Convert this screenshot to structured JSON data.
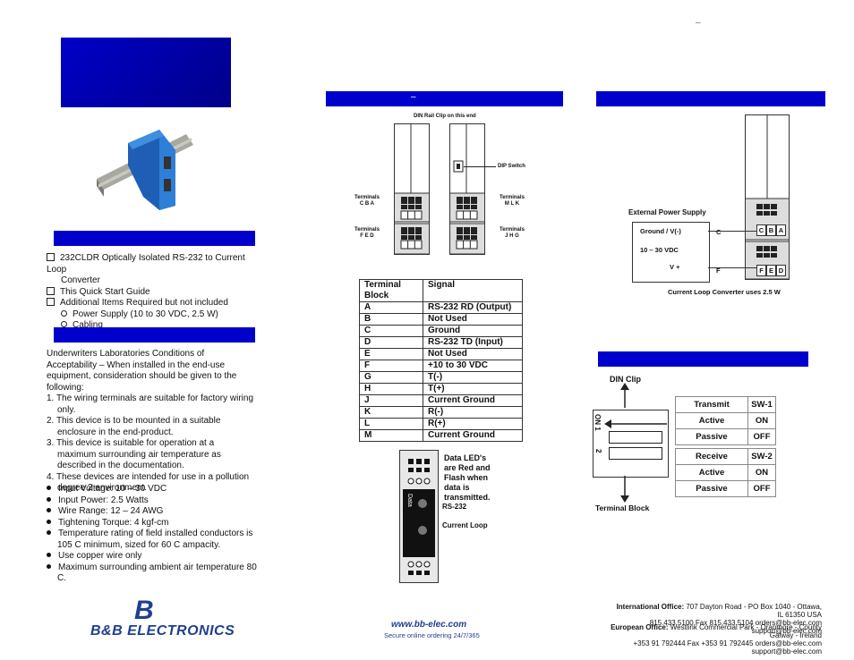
{
  "top_dash": "–",
  "col1": {
    "package_items": [
      {
        "type": "check",
        "text": "232CLDR Optically Isolated RS-232 to Current Loop"
      },
      {
        "type": "cont",
        "text": "Converter"
      },
      {
        "type": "check",
        "text": "This Quick Start Guide"
      },
      {
        "type": "check",
        "text": "Additional Items Required but not included"
      },
      {
        "type": "circle",
        "text": "Power Supply (10 to 30 VDC, 2.5 W)"
      },
      {
        "type": "circle",
        "text": "Cabling"
      }
    ],
    "ul_intro": "Underwriters Laboratories Conditions of Acceptability – When installed in the end-use equipment, consideration should be given to the following:",
    "ul_items": [
      "1. The wiring terminals are suitable for factory wiring only.",
      "2. This device is to be mounted in a suitable enclosure in the end-product.",
      "3. This device is suitable for operation at a maximum surrounding air temperature as described in the documentation.",
      "4. These devices are intended for use in a pollution degree 2 environment."
    ],
    "specs": [
      "Input Voltage: 10 – 30 VDC",
      "Input Power: 2.5 Watts",
      "Wire Range: 12 – 24 AWG",
      "Tightening Torque: 4 kgf-cm",
      "Temperature rating of field installed conductors is 105 C minimum, sized for 60 C ampacity.",
      "Use copper wire only",
      "Maximum surrounding ambient air temperature 80 C."
    ]
  },
  "col2": {
    "bar_dash": "–",
    "din_label": "DIN Rail Clip on this end",
    "dip_label": "DIP Switch",
    "term_cba": [
      "Terminals",
      "C B A"
    ],
    "term_mlk": [
      "Terminals",
      "M L K"
    ],
    "term_fed": [
      "Terminals",
      "F E D"
    ],
    "term_jhg": [
      "Terminals",
      "J H G"
    ],
    "table_header": [
      "Terminal Block",
      "Signal"
    ],
    "table_rows": [
      [
        "A",
        "RS-232 RD (Output)"
      ],
      [
        "B",
        "Not Used"
      ],
      [
        "C",
        "Ground"
      ],
      [
        "D",
        "RS-232 TD (Input)"
      ],
      [
        "E",
        "Not Used"
      ],
      [
        "F",
        "+10 to 30 VDC"
      ],
      [
        "G",
        "T(-)"
      ],
      [
        "H",
        "T(+)"
      ],
      [
        "J",
        "Current Ground"
      ],
      [
        "K",
        "R(-)"
      ],
      [
        "L",
        "R(+)"
      ],
      [
        "M",
        "Current Ground"
      ]
    ],
    "led_text": [
      "Data LED's",
      "are Red and",
      "Flash when",
      "data is",
      "transmitted."
    ],
    "rs232_label": "RS-232",
    "current_loop_label": "Current Loop",
    "data_label": "Data"
  },
  "col3": {
    "ext_power": "External Power Supply",
    "ground": "Ground / V(-)",
    "vdc": "10 – 30 VDC",
    "vplus": "V +",
    "c_label": "C",
    "f_label": "F",
    "cba": [
      "C",
      "B",
      "A"
    ],
    "fed": [
      "F",
      "E",
      "D"
    ],
    "uses": "Current Loop Converter uses 2.5 W",
    "din_clip": "DIN Clip",
    "terminal_block": "Terminal Block",
    "on1": "ON 1",
    "two": "2",
    "sw1": [
      [
        "Transmit",
        "SW-1"
      ],
      [
        "Active",
        "ON"
      ],
      [
        "Passive",
        "OFF"
      ]
    ],
    "sw2": [
      [
        "Receive",
        "SW-2"
      ],
      [
        "Active",
        "ON"
      ],
      [
        "Passive",
        "OFF"
      ]
    ]
  },
  "footer": {
    "logo_b": "B",
    "logo_text": "B&B ELECTRONICS",
    "url": "www.bb-elec.com",
    "tagline": "Secure online ordering 24/7/365",
    "intl_label": "International Office:",
    "intl_addr": "707 Dayton Road - PO Box 1040 - Ottawa, IL 61350 USA",
    "intl_phone": "815.433.5100  Fax 815.433.5104  orders@bb-elec.com  support@bb-elec.com",
    "eu_label": "European Office:",
    "eu_addr": "Westlink Commercial Park - Oranmore - County Galway - Ireland",
    "eu_phone": "+353 91 792444  Fax +353 91 792445  orders@bb-elec.com  support@bb-elec.com"
  }
}
